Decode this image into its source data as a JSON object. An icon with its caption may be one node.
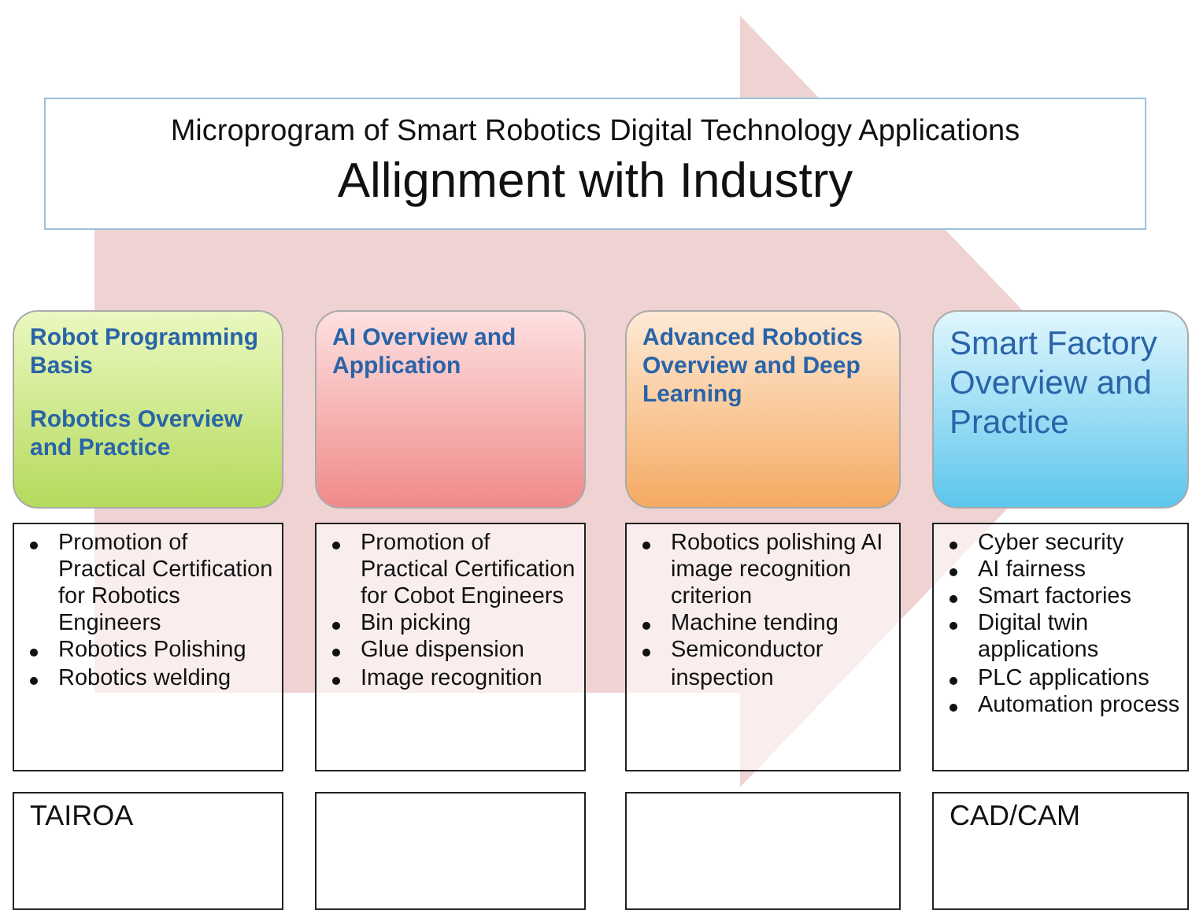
{
  "diagram": {
    "nodes": [
      {
        "text": [
          "Microprogram of Smart Robotics Digital Technology Applications",
          "Allignment with Industry"
        ]
      },
      {
        "text": [
          "Robot Programming Basis",
          "Robotics Overview and Practice"
        ]
      },
      {
        "text": [
          "AI Overview and Application"
        ]
      },
      {
        "text": [
          "Advanced Robotics Overview and Deep Learning"
        ]
      },
      {
        "text": [
          "Smart Factory Overview and Practice"
        ]
      },
      {
        "text": [
          "Promotion of Practical Certification for Robotics Engineers",
          "Robotics Polishing",
          "Robotics welding"
        ]
      },
      {
        "text": [
          "Promotion of Practical Certification for Cobot Engineers",
          "Bin picking",
          "Glue dispension",
          "Image recognition"
        ]
      },
      {
        "text": [
          "Robotics polishing AI image recognition criterion",
          "Machine tending",
          "Semiconductor inspection"
        ]
      },
      {
        "text": [
          "Cyber security",
          "AI fairness",
          "Smart factories",
          "Digital twin applications",
          "PLC applications",
          "Automation process"
        ]
      },
      {
        "text": [
          "TAIROA"
        ]
      },
      {
        "text": [],
        "shape": "box"
      },
      {
        "text": [],
        "shape": "box"
      },
      {
        "text": [
          "CAD/CAM"
        ]
      }
    ],
    "edges": [
      {
        "from": 1,
        "to": 4,
        "arrow": "to"
      }
    ]
  }
}
